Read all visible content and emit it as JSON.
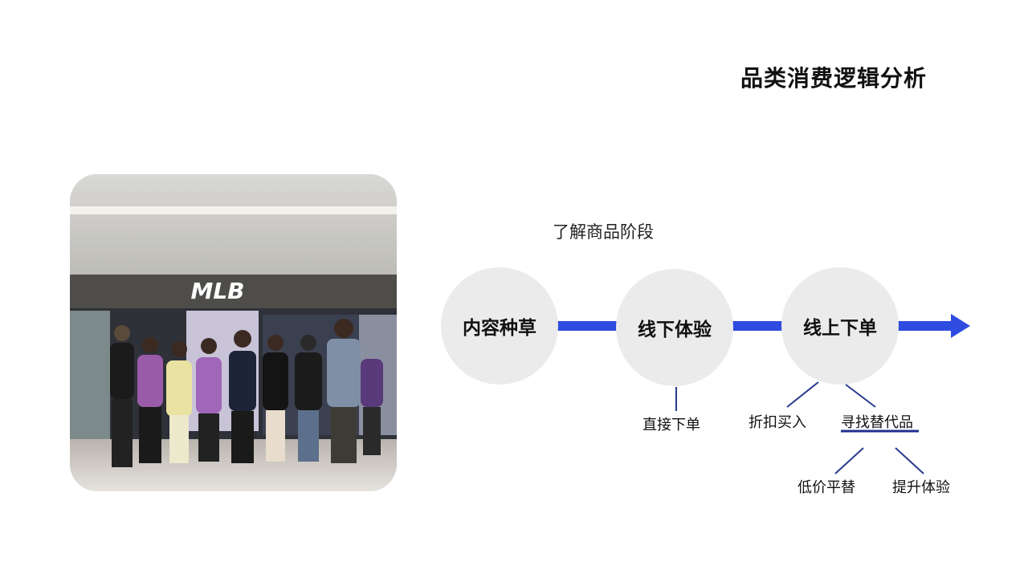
{
  "title": "品类消费逻辑分析",
  "photo": {
    "storefront_sign": "MLB",
    "description_icon": "group-photo-image"
  },
  "flow": {
    "stage_label": "了解商品阶段",
    "steps": [
      "内容种草",
      "线下体验",
      "线上下单"
    ],
    "offline_branch": "直接下单",
    "online_branches": [
      "折扣买入",
      "寻找替代品"
    ],
    "substitute_branches": [
      "低价平替",
      "提升体验"
    ]
  },
  "colors": {
    "arrow": "#2f4ce0",
    "underline": "#1f2f8f",
    "circle": "#ebebeb"
  }
}
